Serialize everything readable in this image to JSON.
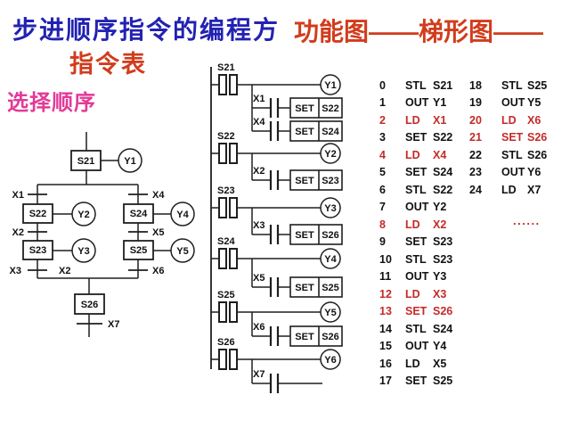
{
  "header": {
    "title_line1": "步进顺序指令的编程方",
    "title_line2": "指令表",
    "title_right": "功能图——梯形图——",
    "subtitle": "选择顺序"
  },
  "colors": {
    "title_blue": "#2222b2",
    "title_vermillion": "#d13c1c",
    "subtitle_pink": "#e23a97",
    "highlight_red": "#c42a28",
    "line_black": "#1f1f1f"
  },
  "sfc": {
    "step_s21": "S21",
    "step_s22": "S22",
    "step_s23": "S23",
    "step_s24": "S24",
    "step_s25": "S25",
    "step_s26": "S26",
    "out_y1": "Y1",
    "out_y2": "Y2",
    "out_y3": "Y3",
    "out_y4": "Y4",
    "out_y5": "Y5",
    "t_x1": "X1",
    "t_x2": "X2",
    "t_x3": "X3",
    "t_x3_extra": "X2",
    "t_x4": "X4",
    "t_x5": "X5",
    "t_x6": "X6",
    "t_x7": "X7"
  },
  "ladder": {
    "set_label": "SET",
    "rungs": [
      {
        "contact": "S21",
        "coil": "Y1",
        "branches": [
          {
            "x": "X1",
            "action": "SET",
            "operand": "S22",
            "red": true
          },
          {
            "x": "X4",
            "action": "SET",
            "operand": "S24",
            "red": true
          }
        ]
      },
      {
        "contact": "S22",
        "coil": "Y2",
        "branches": [
          {
            "x": "X2",
            "action": "SET",
            "operand": "S23",
            "red": false
          }
        ]
      },
      {
        "contact": "S23",
        "coil": "Y3",
        "branches": [
          {
            "x": "X3",
            "action": "SET",
            "operand": "S26",
            "red": true
          }
        ]
      },
      {
        "contact": "S24",
        "coil": "Y4",
        "branches": [
          {
            "x": "X5",
            "action": "SET",
            "operand": "S25",
            "red": false
          }
        ]
      },
      {
        "contact": "S25",
        "coil": "Y5",
        "branches": [
          {
            "x": "X6",
            "action": "SET",
            "operand": "S26",
            "red": true
          }
        ]
      },
      {
        "contact": "S26",
        "coil": "Y6",
        "branches": [
          {
            "x": "X7",
            "action": null,
            "operand": null,
            "red": false
          }
        ]
      }
    ]
  },
  "instruction_list": {
    "left": [
      {
        "step": "0",
        "op": "STL",
        "operand": "S21",
        "red": false
      },
      {
        "step": "1",
        "op": "OUT",
        "operand": "Y1",
        "red": false
      },
      {
        "step": "2",
        "op": "LD",
        "operand": "X1",
        "red": true
      },
      {
        "step": "3",
        "op": "SET",
        "operand": "S22",
        "red": false
      },
      {
        "step": "4",
        "op": "LD",
        "operand": "X4",
        "red": true
      },
      {
        "step": "5",
        "op": "SET",
        "operand": "S24",
        "red": false
      },
      {
        "step": "6",
        "op": "STL",
        "operand": "S22",
        "red": false
      },
      {
        "step": "7",
        "op": "OUT",
        "operand": "Y2",
        "red": false
      },
      {
        "step": "8",
        "op": "LD",
        "operand": "X2",
        "red": true
      },
      {
        "step": "9",
        "op": "SET",
        "operand": "S23",
        "red": false
      },
      {
        "step": "10",
        "op": "STL",
        "operand": "S23",
        "red": false
      },
      {
        "step": "11",
        "op": "OUT",
        "operand": "Y3",
        "red": false
      },
      {
        "step": "12",
        "op": "LD",
        "operand": "X3",
        "red": true
      },
      {
        "step": "13",
        "op": "SET",
        "operand": "S26",
        "red": true
      },
      {
        "step": "14",
        "op": "STL",
        "operand": "S24",
        "red": false
      },
      {
        "step": "15",
        "op": "OUT",
        "operand": "Y4",
        "red": false
      },
      {
        "step": "16",
        "op": "LD",
        "operand": "X5",
        "red": false
      },
      {
        "step": "17",
        "op": "SET",
        "operand": "S25",
        "red": false
      }
    ],
    "right": [
      {
        "step": "18",
        "op": "STL",
        "operand": "S25",
        "red": false
      },
      {
        "step": "19",
        "op": "OUT",
        "operand": "Y5",
        "red": false
      },
      {
        "step": "20",
        "op": "LD",
        "operand": "X6",
        "red": true
      },
      {
        "step": "21",
        "op": "SET",
        "operand": "S26",
        "red": true
      },
      {
        "step": "22",
        "op": "STL",
        "operand": "S26",
        "red": false
      },
      {
        "step": "23",
        "op": "OUT",
        "operand": "Y6",
        "red": false
      },
      {
        "step": "24",
        "op": "LD",
        "operand": "X7",
        "red": false
      }
    ],
    "ellipsis": "......"
  }
}
